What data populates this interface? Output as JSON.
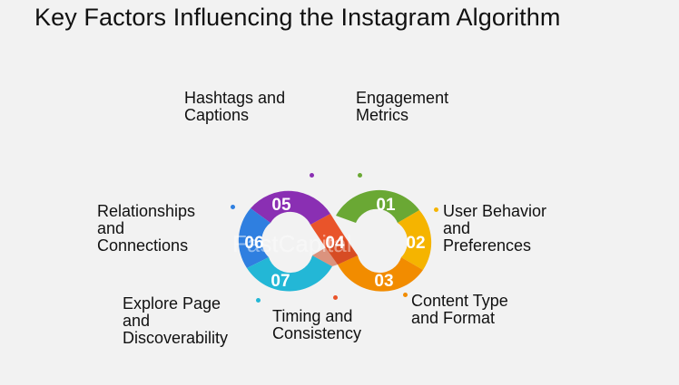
{
  "title": "Key Factors Influencing the Instagram Algorithm",
  "watermark": "FastCapital",
  "segments": [
    {
      "number": "01",
      "label": "Engagement\nMetrics",
      "color": "#6aa834"
    },
    {
      "number": "02",
      "label": "User Behavior\nand\nPreferences",
      "color": "#f5b400"
    },
    {
      "number": "03",
      "label": "Content Type\nand Format",
      "color": "#f28c00"
    },
    {
      "number": "04",
      "label": "Timing and\nConsistency",
      "color": "#e9542a"
    },
    {
      "number": "05",
      "label": "Hashtags and\nCaptions",
      "color": "#8a2fb3"
    },
    {
      "number": "06",
      "label": "Relationships\nand\nConnections",
      "color": "#2f7fe0"
    },
    {
      "number": "07",
      "label": "Explore Page\nand\nDiscoverability",
      "color": "#23b7d6"
    }
  ]
}
